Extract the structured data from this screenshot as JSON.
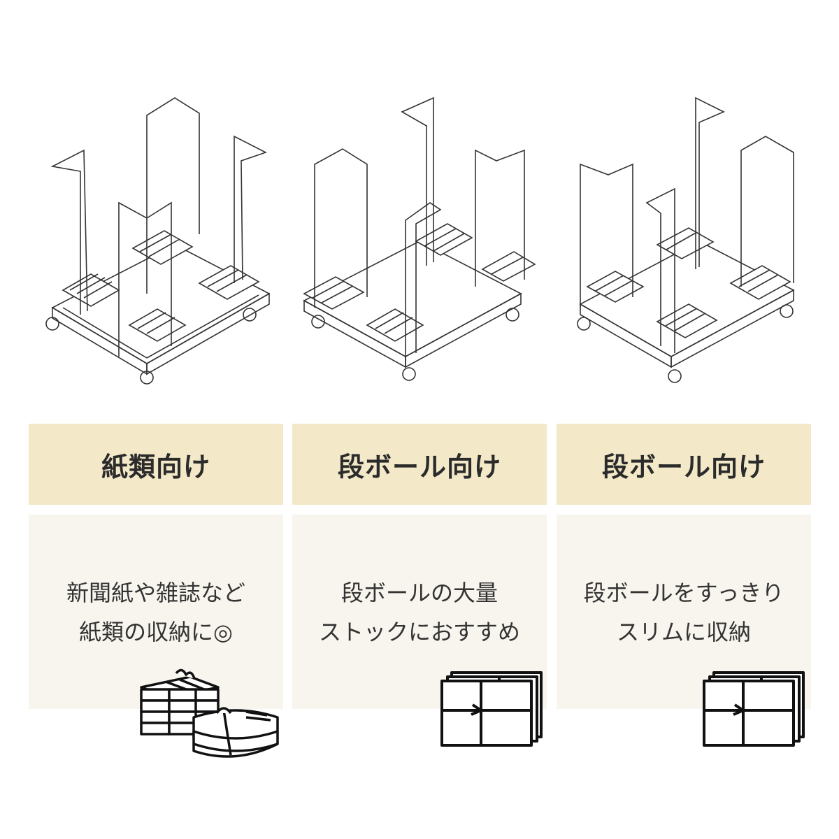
{
  "columns": [
    {
      "heading": "紙類向け",
      "lines": [
        "新聞紙や雑誌など",
        "紙類の収納に◎"
      ],
      "icon": "newspaper-bundles-icon"
    },
    {
      "heading": "段ボール向け",
      "lines": [
        "段ボールの大量",
        "ストックにおすすめ"
      ],
      "icon": "cardboard-bundle-icon"
    },
    {
      "heading": "段ボール向け",
      "lines": [
        "段ボールをすっきり",
        "スリムに収納"
      ],
      "icon": "cardboard-bundle-icon"
    }
  ],
  "colors": {
    "header_bg": "#f3e9c8",
    "body_bg": "#f8f5ee",
    "text": "#333333",
    "line": "#2b2b2b"
  }
}
